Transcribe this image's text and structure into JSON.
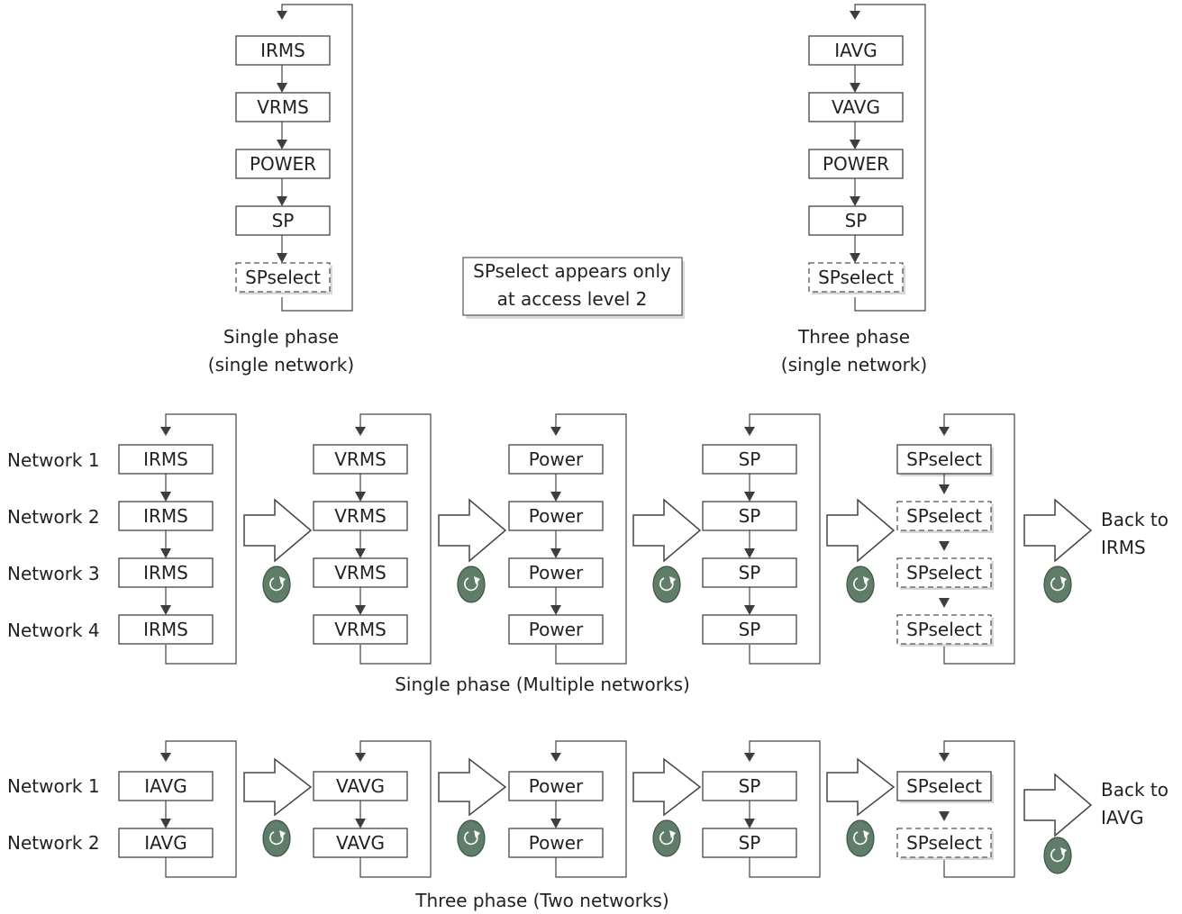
{
  "single_phase_single": {
    "items": [
      "IRMS",
      "VRMS",
      "POWER",
      "SP",
      "SPselect"
    ],
    "caption_line1": "Single phase",
    "caption_line2": "(single network)"
  },
  "three_phase_single": {
    "items": [
      "IAVG",
      "VAVG",
      "POWER",
      "SP",
      "SPselect"
    ],
    "caption_line1": "Three phase",
    "caption_line2": "(single network)"
  },
  "note": {
    "line1": "SPselect appears only",
    "line2": "at access level 2"
  },
  "single_phase_multi": {
    "row_labels": [
      "Network 1",
      "Network 2",
      "Network 3",
      "Network 4"
    ],
    "columns": [
      "IRMS",
      "VRMS",
      "Power",
      "SP",
      "SPselect"
    ],
    "back_line1": "Back to",
    "back_line2": "IRMS",
    "caption": "Single phase (Multiple networks)"
  },
  "three_phase_two": {
    "row_labels": [
      "Network 1",
      "Network 2"
    ],
    "columns": [
      "IAVG",
      "VAVG",
      "Power",
      "SP",
      "SPselect"
    ],
    "back_line1": "Back to",
    "back_line2": "IAVG",
    "caption": "Three phase (Two networks)"
  },
  "icons": {
    "scroll_button": "cycle-button-icon",
    "next_arrow": "next-arrow-icon"
  },
  "colors": {
    "button_fill": "#5f7d68"
  }
}
